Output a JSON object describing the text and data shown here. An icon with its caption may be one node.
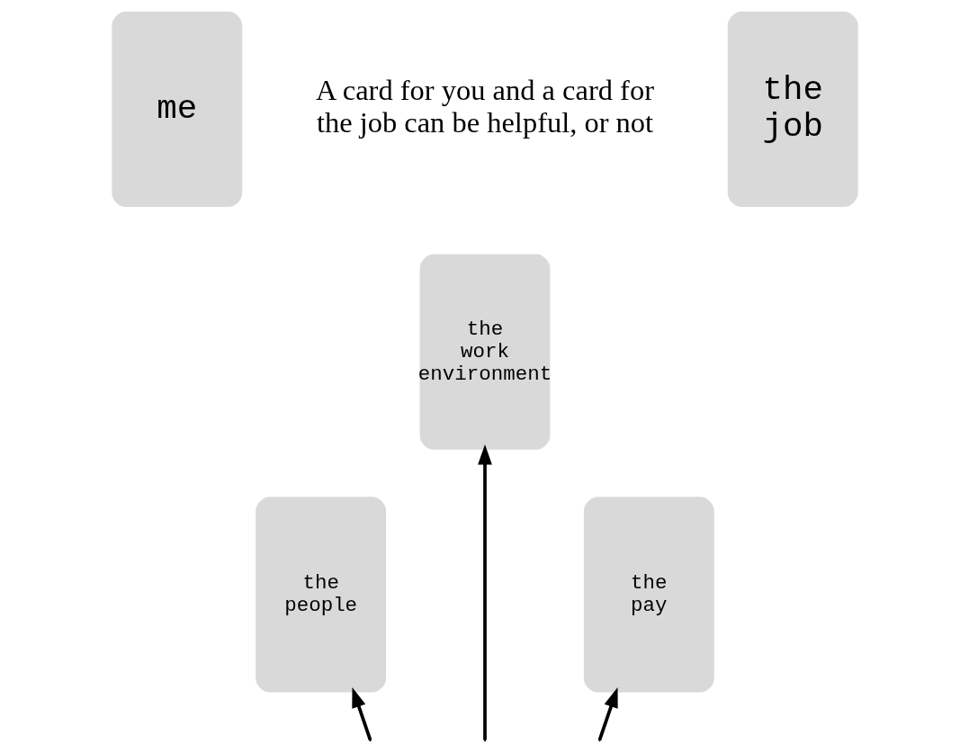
{
  "diagram": {
    "nodes": [
      {
        "text": [
          "me"
        ]
      },
      {
        "text": [
          "the job"
        ]
      },
      {
        "text": [
          "the work environment"
        ]
      },
      {
        "text": [
          "the people"
        ]
      },
      {
        "text": [
          "the pay"
        ]
      }
    ],
    "edges": [
      {
        "from": null,
        "to": 3,
        "arrow": "to"
      },
      {
        "from": null,
        "to": 2,
        "arrow": "to"
      },
      {
        "from": null,
        "to": 4,
        "arrow": "to"
      }
    ],
    "labels": [
      "A card for you and a card for the job can be helpful, or not"
    ]
  }
}
